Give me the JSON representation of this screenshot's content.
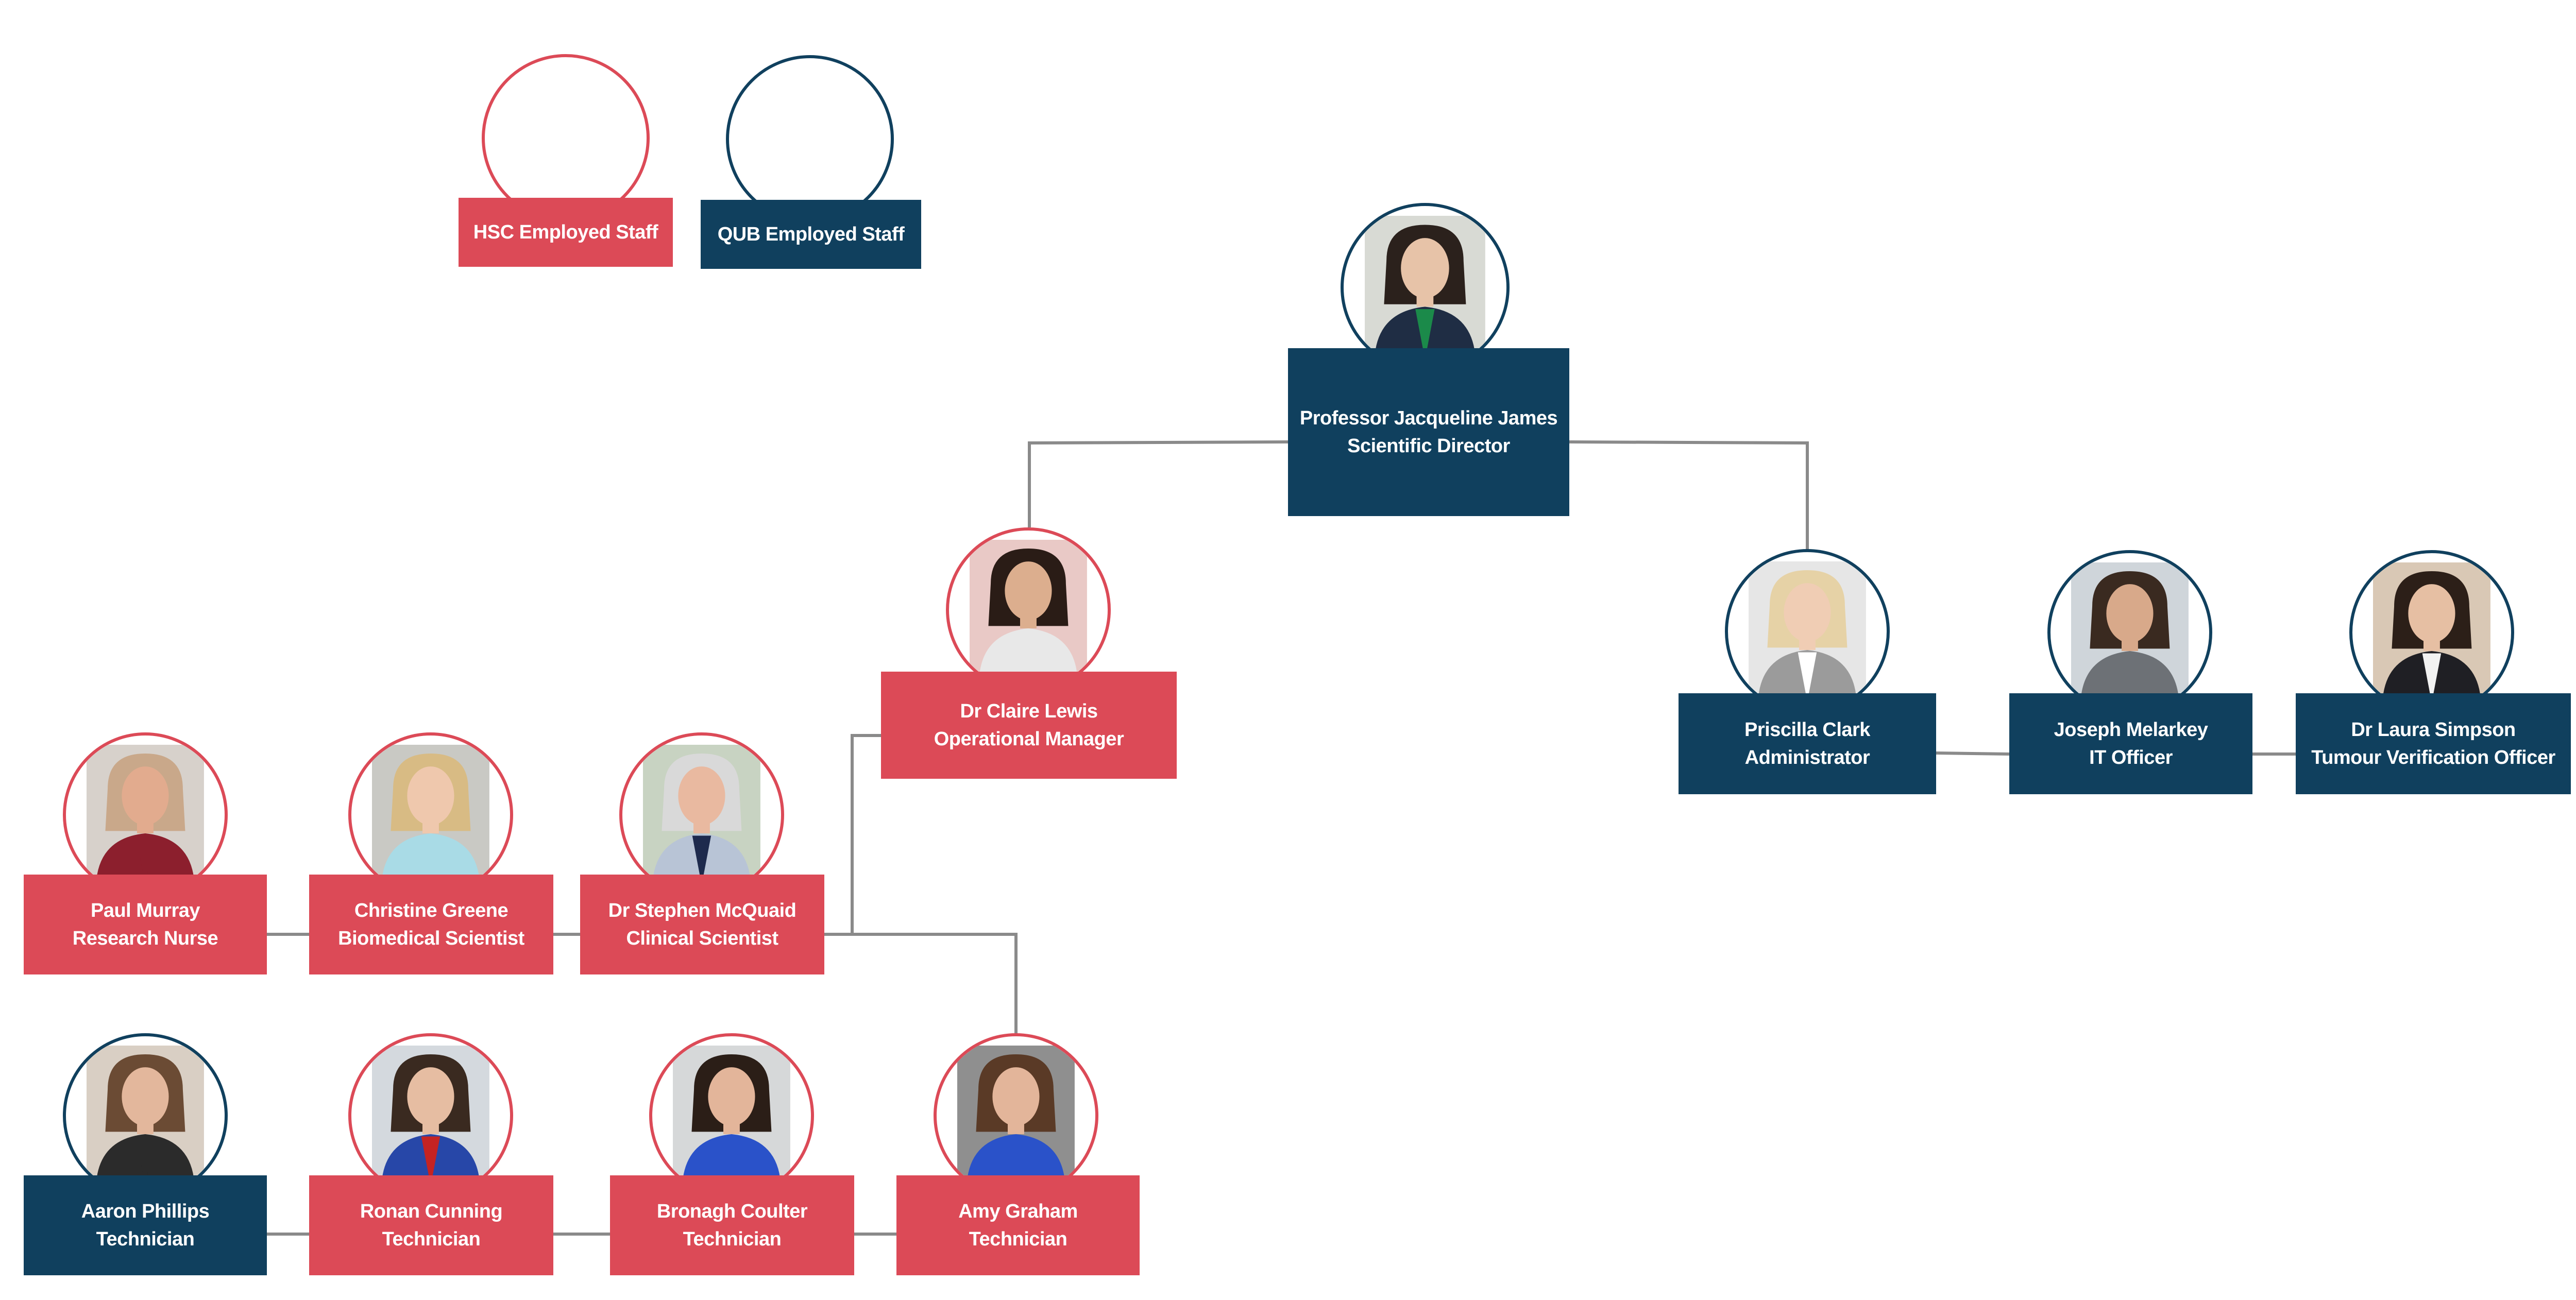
{
  "colors": {
    "hsc": "#dc4a57",
    "qub": "#10405e",
    "connector": "#8a8a8a"
  },
  "legend": [
    {
      "id": "legend-hsc",
      "label": "HSC Employed Staff",
      "employer": "hsc"
    },
    {
      "id": "legend-qub",
      "label": "QUB Employed Staff",
      "employer": "qub"
    }
  ],
  "people": [
    {
      "id": "jacqueline-james",
      "name": "Professor Jacqueline James",
      "role": "Scientific Director",
      "employer": "qub",
      "photo": {
        "bg": "#d8dad4",
        "shirt": "#1f2d44",
        "accent": "#1b8a4a",
        "hair": "#2b211c",
        "skin": "#e7c3a8"
      }
    },
    {
      "id": "claire-lewis",
      "name": "Dr Claire Lewis",
      "role": "Operational Manager",
      "employer": "hsc",
      "photo": {
        "bg": "#e9c9c6",
        "shirt": "#e8e8e8",
        "accent": "#e8e8e8",
        "hair": "#2a1c16",
        "skin": "#dcae8e"
      }
    },
    {
      "id": "priscilla-clark",
      "name": "Priscilla Clark",
      "role": "Administrator",
      "employer": "qub",
      "photo": {
        "bg": "#e6e6e6",
        "shirt": "#9b9b9b",
        "accent": "#ffffff",
        "hair": "#e6d2a6",
        "skin": "#f0cdb4"
      }
    },
    {
      "id": "joseph-melarkey",
      "name": "Joseph Melarkey",
      "role": "IT Officer",
      "employer": "qub",
      "photo": {
        "bg": "#cfd5da",
        "shirt": "#6d7176",
        "accent": "#6d7176",
        "hair": "#3a2a20",
        "skin": "#d8a98a"
      }
    },
    {
      "id": "laura-simpson",
      "name": "Dr Laura Simpson",
      "role": "Tumour Verification Officer",
      "employer": "qub",
      "photo": {
        "bg": "#d9c8b5",
        "shirt": "#1f1f24",
        "accent": "#f2f2f2",
        "hair": "#2c1f18",
        "skin": "#e6bfa3"
      }
    },
    {
      "id": "paul-murray",
      "name": "Paul Murray",
      "role": "Research Nurse",
      "employer": "hsc",
      "photo": {
        "bg": "#d7d1cb",
        "shirt": "#8c1f2d",
        "accent": "#8c1f2d",
        "hair": "#c9a88a",
        "skin": "#e2ab8e"
      }
    },
    {
      "id": "christine-greene",
      "name": "Christine Greene",
      "role": "Biomedical Scientist",
      "employer": "hsc",
      "photo": {
        "bg": "#c9c9c4",
        "shirt": "#a9dbe6",
        "accent": "#a9dbe6",
        "hair": "#d8bb84",
        "skin": "#efc8ad"
      }
    },
    {
      "id": "stephen-mcquaid",
      "name": "Dr Stephen McQuaid",
      "role": "Clinical Scientist",
      "employer": "hsc",
      "photo": {
        "bg": "#c8d3c2",
        "shirt": "#b8c4d6",
        "accent": "#1d2a4d",
        "hair": "#d9d9d9",
        "skin": "#e9b9a0"
      }
    },
    {
      "id": "aaron-phillips",
      "name": "Aaron Phillips",
      "role": "Technician",
      "employer": "qub",
      "photo": {
        "bg": "#d9cfc4",
        "shirt": "#2b2b2b",
        "accent": "#2b2b2b",
        "hair": "#6b4b34",
        "skin": "#e3b79c"
      }
    },
    {
      "id": "ronan-cunning",
      "name": "Ronan Cunning",
      "role": "Technician",
      "employer": "hsc",
      "photo": {
        "bg": "#d4d9de",
        "shirt": "#2747a8",
        "accent": "#c42323",
        "hair": "#3a2a20",
        "skin": "#e6bda2"
      }
    },
    {
      "id": "bronagh-coulter",
      "name": "Bronagh Coulter",
      "role": "Technician",
      "employer": "hsc",
      "photo": {
        "bg": "#d6d8d9",
        "shirt": "#2a52c9",
        "accent": "#2a52c9",
        "hair": "#2b1e17",
        "skin": "#e3b59a"
      }
    },
    {
      "id": "amy-graham",
      "name": "Amy Graham",
      "role": "Technician",
      "employer": "hsc",
      "photo": {
        "bg": "#8f8f8f",
        "shirt": "#2a52c9",
        "accent": "#2a52c9",
        "hair": "#5a3a26",
        "skin": "#e3b59a"
      }
    }
  ],
  "connections": [
    {
      "from": "jacqueline-james",
      "to": "claire-lewis"
    },
    {
      "from": "jacqueline-james",
      "to": "priscilla-clark"
    },
    {
      "from": "priscilla-clark",
      "to": "joseph-melarkey"
    },
    {
      "from": "joseph-melarkey",
      "to": "laura-simpson"
    },
    {
      "from": "claire-lewis",
      "to": "stephen-mcquaid"
    },
    {
      "from": "stephen-mcquaid",
      "to": "christine-greene"
    },
    {
      "from": "christine-greene",
      "to": "paul-murray"
    },
    {
      "from": "claire-lewis",
      "to": "amy-graham"
    },
    {
      "from": "amy-graham",
      "to": "bronagh-coulter"
    },
    {
      "from": "bronagh-coulter",
      "to": "ronan-cunning"
    },
    {
      "from": "ronan-cunning",
      "to": "aaron-phillips"
    }
  ]
}
